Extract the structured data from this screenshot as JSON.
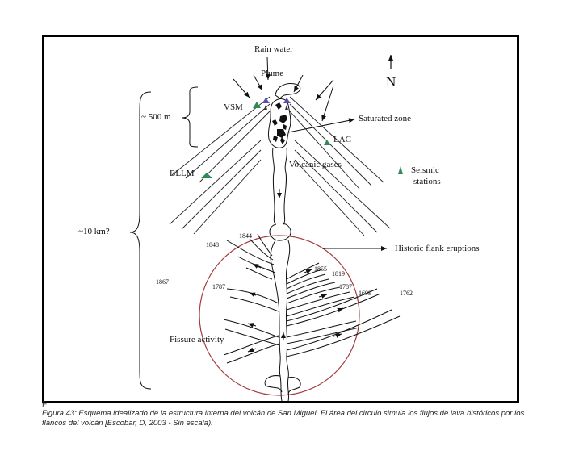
{
  "diagram": {
    "north_label": "N",
    "labels": {
      "rain_water": "Rain water",
      "plume": "Plume",
      "vsm": "VSM",
      "lac": "LAC",
      "bllm": "BLLM",
      "saturated_zone": "Saturated zone",
      "volcanic_gases": "Volcanic gases",
      "seismic_stations_1": "Seismic",
      "seismic_stations_2": "stations",
      "depth_500": "~ 500 m",
      "depth_10km": "~10 km?",
      "historic_flank": "Historic flank eruptions",
      "fissure_activity": "Fissure activity"
    },
    "years": {
      "y1848": "1848",
      "y1844": "1844",
      "y1867": "1867",
      "y1787a": "1787",
      "y1855": "1855",
      "y1819": "1819",
      "y1787b": "1787",
      "y1699": "1699",
      "y1762": "1762"
    },
    "colors": {
      "circle": "#a33a3a",
      "station": "#2e8b57",
      "vent": "#5a4fb0"
    }
  },
  "stray_mark": "F",
  "caption": "Figura 43: Esquema idealizado de la estructura interna del volcán de San Miguel.  El  área  del circulo simula los flujos de lava históricos por los flancos del volcán [Escobar, D, 2003 - Sin escala)."
}
